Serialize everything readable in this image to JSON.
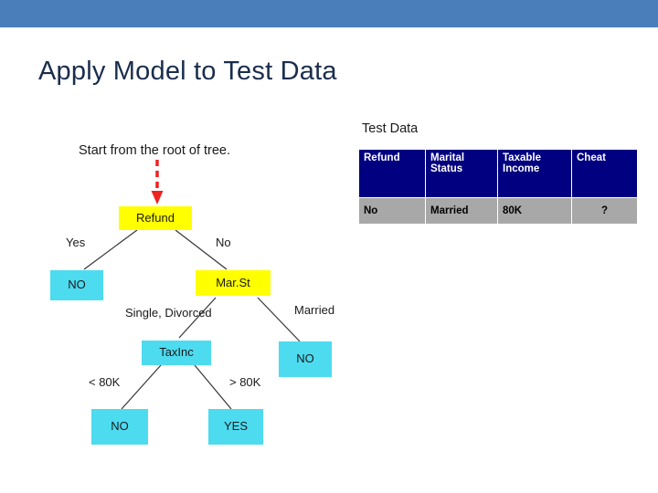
{
  "slide": {
    "title": "Apply Model to Test Data",
    "start_caption": "Start from the root of tree.",
    "test_data_caption": "Test Data",
    "band_color": "#4a7ebb",
    "title_color": "#1a2d4d"
  },
  "test_table": {
    "headers": [
      "Refund",
      "Marital Status",
      "Taxable Income",
      "Cheat"
    ],
    "header_lines": [
      [
        "Refund"
      ],
      [
        "Marital",
        "Status"
      ],
      [
        "Taxable",
        "Income"
      ],
      [
        "Cheat"
      ]
    ],
    "rows": [
      [
        "No",
        "Married",
        "80K",
        "?"
      ]
    ],
    "header_bg": "#000080",
    "header_fg": "#ffffff",
    "row_bg": "#a8a8a8"
  },
  "tree": {
    "nodes": [
      {
        "id": "refund",
        "label": "Refund",
        "color": "#ffff00"
      },
      {
        "id": "no-left",
        "label": "NO",
        "color": "#4ddbf0"
      },
      {
        "id": "marst",
        "label": "Mar.St",
        "color": "#ffff00"
      },
      {
        "id": "taxinc",
        "label": "TaxInc",
        "color": "#4ddbf0"
      },
      {
        "id": "no-right",
        "label": "NO",
        "color": "#4ddbf0"
      },
      {
        "id": "no-bottom",
        "label": "NO",
        "color": "#4ddbf0"
      },
      {
        "id": "yes-bottom",
        "label": "YES",
        "color": "#4ddbf0"
      }
    ],
    "edge_labels": [
      {
        "id": "yes",
        "label": "Yes"
      },
      {
        "id": "no",
        "label": "No"
      },
      {
        "id": "single-divorced",
        "label": "Single, Divorced"
      },
      {
        "id": "married",
        "label": "Married"
      },
      {
        "id": "lt80k",
        "label": "< 80K"
      },
      {
        "id": "gt80k",
        "label": "> 80K"
      }
    ],
    "arrow_color": "#ee2222",
    "line_color": "#333333"
  }
}
